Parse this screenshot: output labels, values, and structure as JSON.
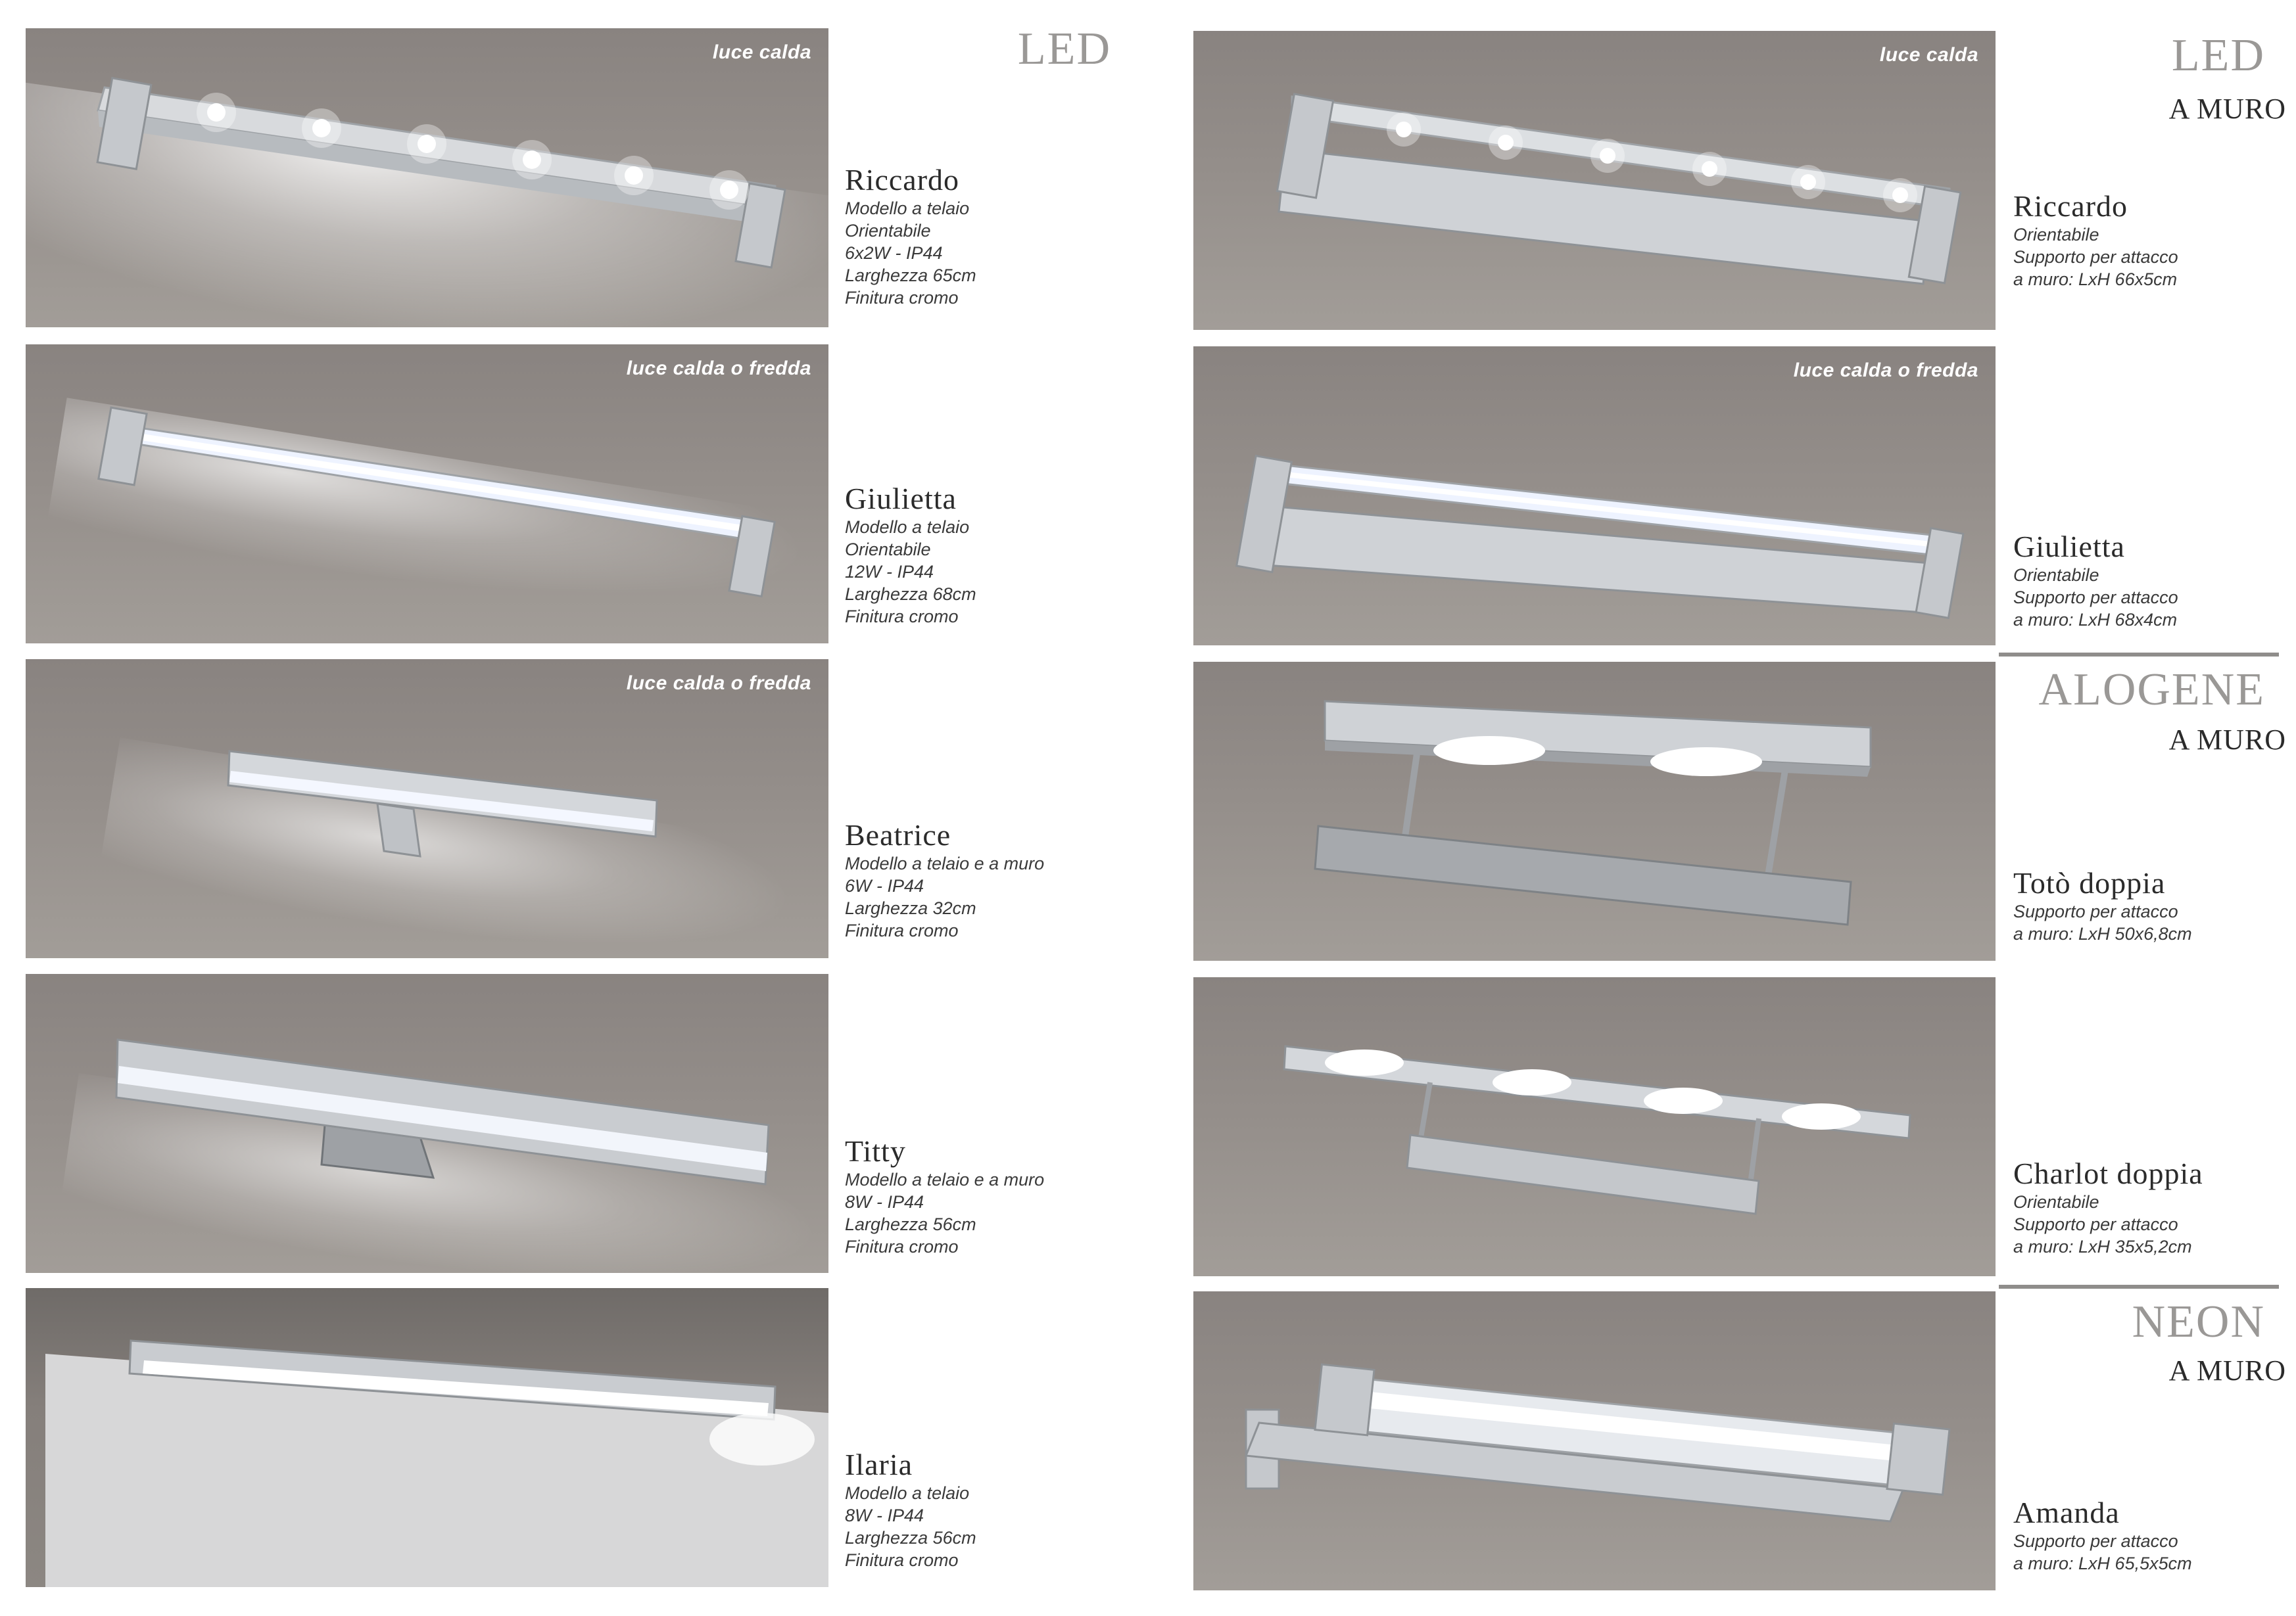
{
  "tags": {
    "warm": "luce calda",
    "warm_or_cold": "luce calda o fredda"
  },
  "headings": {
    "left_led": "LED",
    "right_led": "LED",
    "right_led_sub": "A MURO",
    "alogene": "ALOGENE",
    "alogene_sub": "A MURO",
    "neon": "NEON",
    "neon_sub": "A MURO"
  },
  "left_products": [
    {
      "name": "Riccardo",
      "specs": [
        "Modello a telaio",
        "Orientabile",
        "6x2W - IP44",
        "Larghezza 65cm",
        "Finitura cromo"
      ]
    },
    {
      "name": "Giulietta",
      "specs": [
        "Modello a telaio",
        "Orientabile",
        "12W - IP44",
        "Larghezza 68cm",
        "Finitura cromo"
      ]
    },
    {
      "name": "Beatrice",
      "specs": [
        "Modello a telaio e a muro",
        "6W - IP44",
        "Larghezza 32cm",
        "Finitura cromo"
      ]
    },
    {
      "name": "Titty",
      "specs": [
        "Modello a telaio e a muro",
        "8W - IP44",
        "Larghezza 56cm",
        "Finitura cromo"
      ]
    },
    {
      "name": "Ilaria",
      "specs": [
        "Modello a telaio",
        "8W - IP44",
        "Larghezza 56cm",
        "Finitura cromo"
      ]
    }
  ],
  "right_products": [
    {
      "name": "Riccardo",
      "specs": [
        "Orientabile",
        "Supporto per attacco",
        "a muro: LxH 66x5cm"
      ]
    },
    {
      "name": "Giulietta",
      "specs": [
        "Orientabile",
        "Supporto per attacco",
        "a muro: LxH 68x4cm"
      ]
    },
    {
      "name": "Totò doppia",
      "specs": [
        "Supporto per attacco",
        "a muro: LxH 50x6,8cm"
      ]
    },
    {
      "name": "Charlot doppia",
      "specs": [
        "Orientabile",
        "Supporto per attacco",
        "a muro: LxH 35x5,2cm"
      ]
    },
    {
      "name": "Amanda",
      "specs": [
        "Supporto per attacco",
        "a muro: LxH 65,5x5cm"
      ]
    }
  ]
}
